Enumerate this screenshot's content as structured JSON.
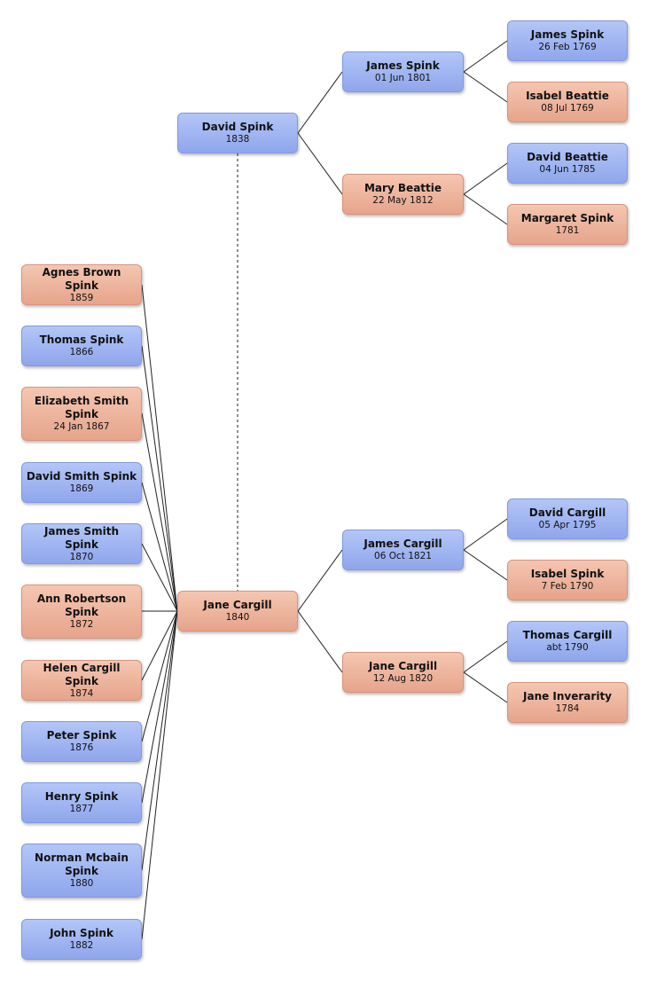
{
  "people": {
    "david_spink_1838": {
      "name": "David Spink",
      "date": "1838"
    },
    "jane_cargill_1840": {
      "name": "Jane Cargill",
      "date": "1840"
    },
    "james_spink_1801": {
      "name": "James Spink",
      "date": "01 Jun 1801"
    },
    "mary_beattie_1812": {
      "name": "Mary Beattie",
      "date": "22 May 1812"
    },
    "james_spink_1769": {
      "name": "James Spink",
      "date": "26 Feb 1769"
    },
    "isabel_beattie_1769": {
      "name": "Isabel Beattie",
      "date": "08 Jul 1769"
    },
    "david_beattie_1785": {
      "name": "David Beattie",
      "date": "04 Jun 1785"
    },
    "margaret_spink_1781": {
      "name": "Margaret Spink",
      "date": "1781"
    },
    "james_cargill_1821": {
      "name": "James Cargill",
      "date": "06 Oct 1821"
    },
    "jane_cargill_1820": {
      "name": "Jane Cargill",
      "date": "12 Aug 1820"
    },
    "david_cargill_1795": {
      "name": "David Cargill",
      "date": "05 Apr 1795"
    },
    "isabel_spink_1790": {
      "name": "Isabel Spink",
      "date": "7 Feb 1790"
    },
    "thomas_cargill_1790": {
      "name": "Thomas Cargill",
      "date": "abt 1790"
    },
    "jane_inverarity_1784": {
      "name": "Jane Inverarity",
      "date": "1784"
    }
  },
  "children": [
    {
      "name": "Agnes Brown Spink",
      "date": "1859"
    },
    {
      "name": "Thomas Spink",
      "date": "1866"
    },
    {
      "name": "Elizabeth Smith Spink",
      "date": "24 Jan 1867"
    },
    {
      "name": "David Smith Spink",
      "date": "1869"
    },
    {
      "name": "James Smith Spink",
      "date": "1870"
    },
    {
      "name": "Ann Robertson Spink",
      "date": "1872"
    },
    {
      "name": "Helen Cargill Spink",
      "date": "1874"
    },
    {
      "name": "Peter Spink",
      "date": "1876"
    },
    {
      "name": "Henry Spink",
      "date": "1877"
    },
    {
      "name": "Norman Mcbain Spink",
      "date": "1880"
    },
    {
      "name": "John Spink",
      "date": "1882"
    }
  ],
  "colors": {
    "male": "#9bb0ef",
    "female": "#eeb49c",
    "line": "#222222"
  }
}
